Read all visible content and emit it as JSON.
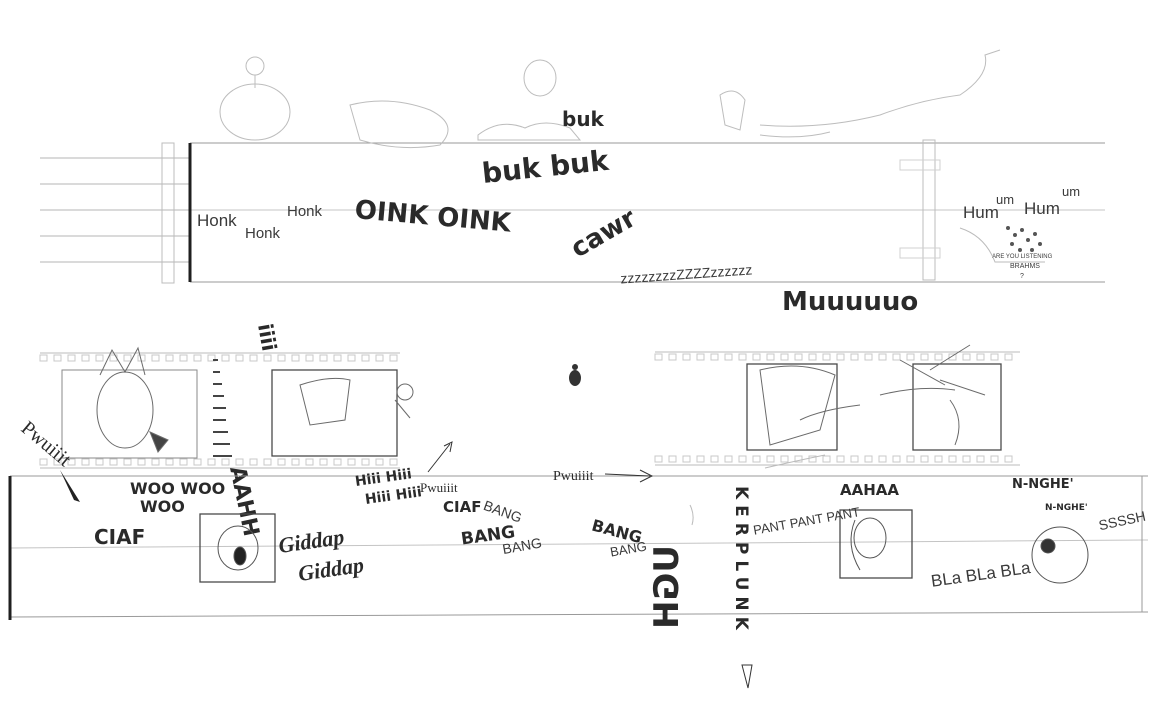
{
  "top_staff": {
    "honk1": "Honk",
    "honk2": "Honk",
    "honk3": "Honk",
    "oink": "OINK OINK",
    "buk1": "buk buk",
    "buk2": "buk",
    "cawr": "cawr",
    "zzz": "zzzzzzzzZZZZzzzzzz",
    "moo": "Muuuuuo",
    "hum1": "Hum",
    "hum2": "um",
    "hum3": "Hum",
    "hum4": "um",
    "brahms_line1": "ARE YOU LISTENING",
    "brahms_line2": "BRAHMS",
    "brahms_line3": "?"
  },
  "bottom_staff": {
    "pwuiiit_left": "Pwuiiit",
    "woo1": "WOO WOO",
    "woo2": "WOO",
    "ciaf1": "CIAF",
    "aahh": "AAHH",
    "iiii": "iiii",
    "giddap1": "Giddap",
    "giddap2": "Giddap",
    "hiii1": "Hiii Hiii",
    "hiii2": "Hiii Hiii",
    "pwuiiit_mid": "Pwuiiit",
    "ciaf2": "CIAF",
    "bang1": "BANG",
    "bang2": "BANG",
    "bang3": "BANG",
    "pwuiiit_center": "Pwuiiit",
    "bang4": "BANG",
    "bang5": "BANG",
    "ugh": "UGH",
    "kerplunk": "KERPLUNK",
    "pant": "PANT PANT PANT",
    "aahaa": "AAHAA",
    "nnghe1": "N-NGHE'",
    "nnghe2": "N-NGHE'",
    "ssssh": "SSSSH",
    "bla": "BLa BLa BLa"
  }
}
